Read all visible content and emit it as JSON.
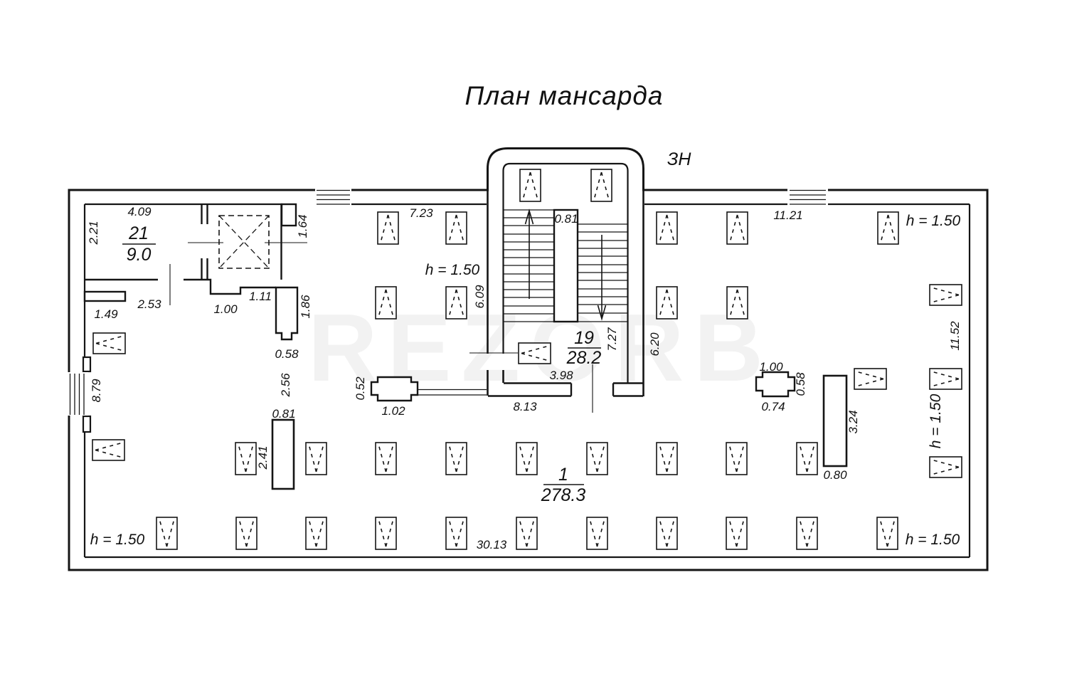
{
  "title": "План мансарда",
  "orientation_label": "ЗН",
  "watermark": "REZORB",
  "height_note": "h = 1.50",
  "rooms": {
    "r21": {
      "number": "21",
      "area": "9.0"
    },
    "r19": {
      "number": "19",
      "area": "28.2"
    },
    "r1": {
      "number": "1",
      "area": "278.3"
    }
  },
  "dims": {
    "top_409": "4.09",
    "left_221": "2.21",
    "pier_164": "1.64",
    "mid_723": "7.23",
    "right_1121": "11.21",
    "ledge_149": "1.49",
    "corr_253": "2.53",
    "corr_100": "1.00",
    "corr_111": "1.11",
    "col_186": "1.86",
    "col_058": "0.58",
    "col_256": "2.56",
    "left_879": "8.79",
    "chim1_052": "0.52",
    "chim1_102": "1.02",
    "stair_609": "6.09",
    "stair_081": "0.81",
    "stair_727": "7.27",
    "stair_398": "3.98",
    "stair_620": "6.20",
    "corr_813": "8.13",
    "chim2_100": "1.00",
    "chim2_058": "0.58",
    "chim2_074": "0.74",
    "right_1152": "11.52",
    "shaftb_324": "3.24",
    "shaftb_080": "0.80",
    "shafta_081": "0.81",
    "shafta_241": "2.41",
    "bottom_3013": "30.13"
  }
}
